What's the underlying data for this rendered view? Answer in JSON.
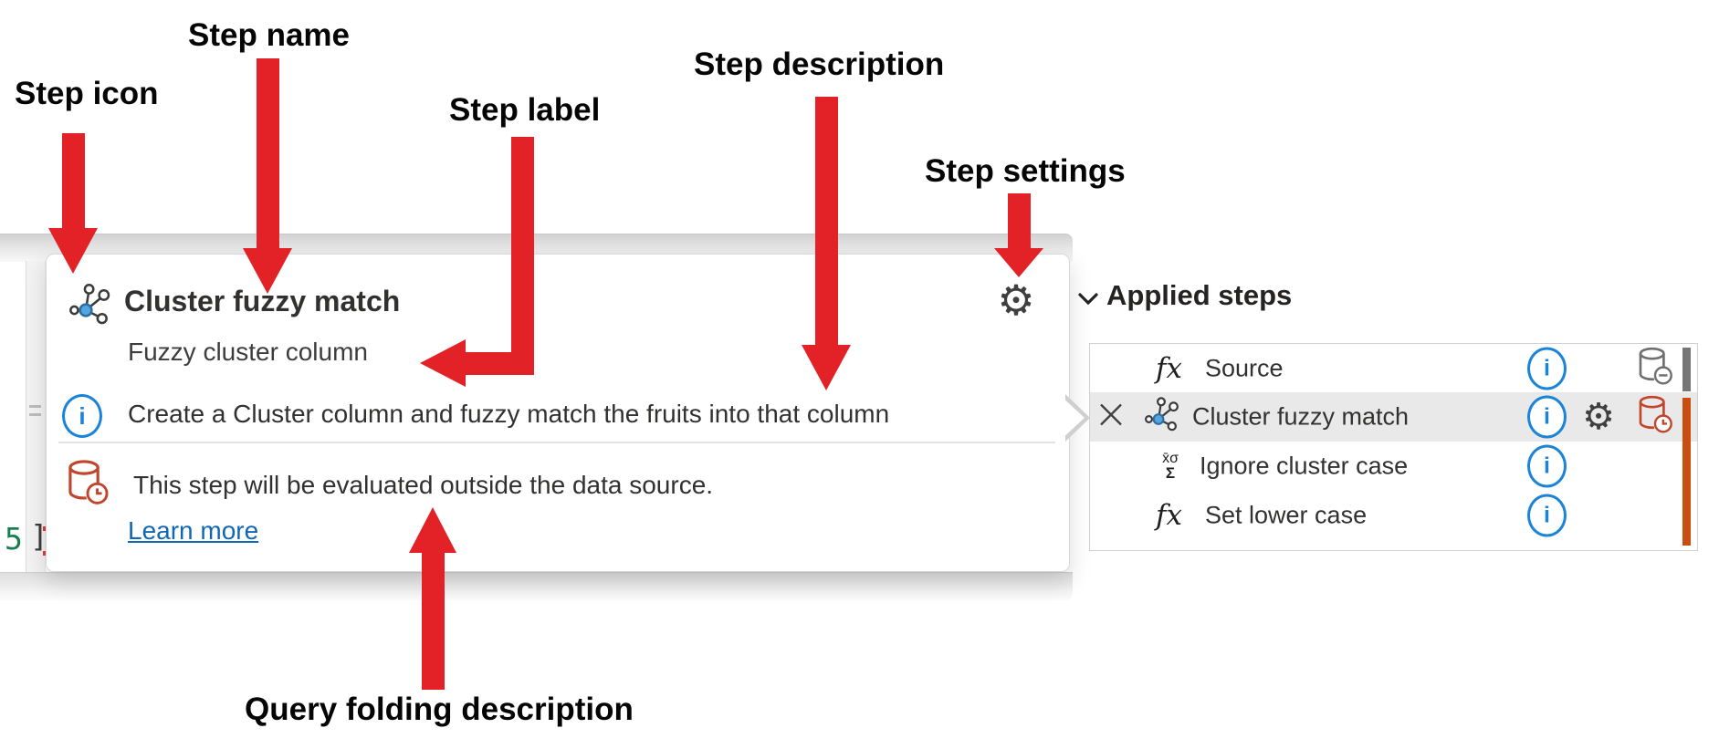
{
  "annotations": {
    "step_icon": "Step icon",
    "step_name": "Step name",
    "step_label": "Step label",
    "step_description": "Step description",
    "step_settings": "Step settings",
    "query_folding": "Query folding description"
  },
  "tooltip": {
    "title": "Cluster fuzzy match",
    "step_label": "Fuzzy cluster column",
    "description": "Create a Cluster column and fuzzy match the fruits into that column",
    "folding_message": "This step will be evaluated outside the data source.",
    "learn_more_label": "Learn more"
  },
  "applied_steps": {
    "header": "Applied steps",
    "steps": [
      {
        "label": "Source",
        "type_icon": "fx-icon",
        "trailing_icon": "database-remove-icon",
        "indicator": "gray",
        "selected": false
      },
      {
        "label": "Cluster fuzzy match",
        "type_icon": "cluster-icon",
        "trailing_icon": "database-clock-icon",
        "indicator": "orange",
        "selected": true,
        "has_settings": true,
        "removable": true
      },
      {
        "label": "Ignore cluster case",
        "type_icon": "statistics-icon",
        "indicator": "orange",
        "selected": false
      },
      {
        "label": "Set lower case",
        "type_icon": "fx-icon",
        "indicator": "orange",
        "selected": false
      }
    ]
  },
  "editor": {
    "line_fragment_number": "5",
    "line_fragment_bracket": "]"
  },
  "glyphs": {
    "gear": "⚙",
    "fx": "fx",
    "stats_top": "x̄σ",
    "stats_bottom": "Σ",
    "info": "i"
  },
  "colors": {
    "annotation_arrow": "#e32228",
    "link_blue": "#1067b5",
    "info_blue": "#1b84d8",
    "folding_warning_red": "#c1452b",
    "indicator_gray": "#767676",
    "indicator_orange": "#cb4e11",
    "selected_row_bg": "#e9e9e9"
  }
}
